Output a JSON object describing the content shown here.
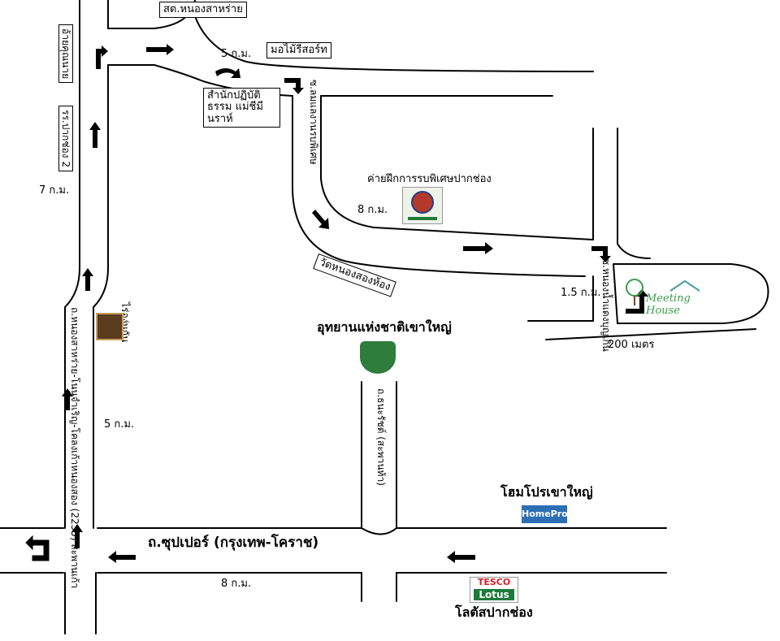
{
  "roads": {
    "main_road": "ถ.ซุปเปอร์ (กรุงเทพ-โคราช)",
    "left_road": "ถ.หนองสาหร่าย-โนนจำเริญ-โคลงเก้าหนองสอง (2235) สะพานเก้า",
    "khaoyai_road": "ถ.ธนะรัชต์ (สะพานท้า)",
    "inner_road": "ซ.ลมแลงานรบพิเศษ",
    "meeting_road": "ซ.หนองน้ำแดงบุญเกิ่น"
  },
  "distances": {
    "d_top": "5 ก.ม.",
    "d_left_top": "7 ก.ม.",
    "d_middle": "8 ก.ม.",
    "d_left_bottom": "5 ก.ม.",
    "d_bottom": "8 ก.ม.",
    "d_right": "1.5 ก.ม.",
    "d_200": "200 เมตร"
  },
  "places": {
    "market": "สต.หนองสาหร่าย",
    "resort": "มอไม้รีสอร์ท",
    "temple_center": "สำนักปฏิบัติธรรม แม่ชีมีนราห์",
    "camp": "ค่ายฝึกการรบพิเศษปากช่อง",
    "wat": "วัดหนองสองห้อง",
    "park": "อุทยานแห่งชาติเขาใหญ่",
    "homepro_name": "โฮมโปรเขาใหญ่",
    "lotus_name": "โลตัสปากช่อง",
    "left_sign_1": "อ้ายคุณนาย",
    "left_sign_2": "รร.ปากช่อง 2",
    "vineyard": "ไร่องุ่นกัน"
  },
  "logos": {
    "homepro_text": "HomePro",
    "tesco_text": "TESCO",
    "lotus_text": "Lotus",
    "meeting_house": "Meeting House"
  },
  "colors": {
    "homepro_blue": "#2c6fb4",
    "tesco_red": "#d61f26",
    "lotus_green": "#1f7a3a",
    "park_green": "#2f7d3b",
    "meeting_green": "#3a9a4a"
  }
}
